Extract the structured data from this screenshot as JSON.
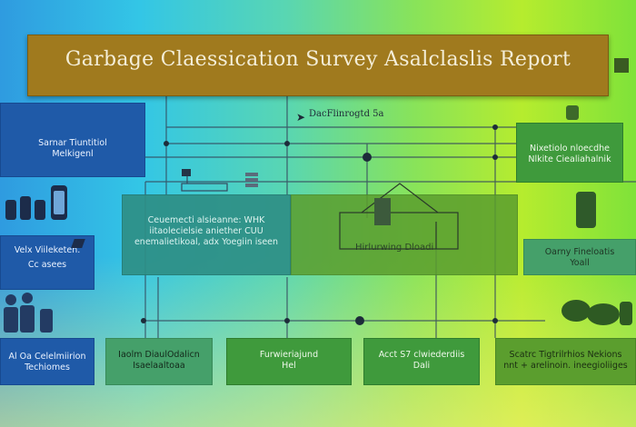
{
  "title": "Garbage Claessication Survey Asalclaslis Report",
  "top_label": "DacFlinrogtd 5a",
  "left_boxes": {
    "box1": [
      "Sarnar Tiuntitiol",
      "Melkigenl"
    ],
    "box2": [
      "Velx Viileketen.",
      "Cc asees"
    ],
    "box3": [
      "Al Oa Celelmiirion",
      "Techiomes"
    ]
  },
  "center_box": [
    "Ceuemecti alsieanne: WHK",
    "iitaolecielsie aniether CUU",
    "enemalietikoal, adx Yoegiin iseen"
  ],
  "diagram_box": "Hirlurwing Dloadi",
  "right_boxes": {
    "box1": [
      "Nixetiolo nloecdhe",
      "Nlkite Ciealiahalnik"
    ],
    "box2": [
      "Oarny Fineloatis",
      "Yoall"
    ]
  },
  "bottom_boxes": [
    [
      "Iaolm DiaulOdalicn",
      "Isaelaaltoaa"
    ],
    [
      "Furwieriajund",
      "Hel"
    ],
    [
      "Acct S7 clwiederdiis",
      "Dali"
    ],
    [
      "Scatrc Tigtrilrhios Nekions",
      "nnt + arelinoin. ineegioliiges"
    ]
  ],
  "icons": [
    "document-icon",
    "bins-icon",
    "people-icon",
    "house-icon",
    "leaf-icon"
  ],
  "colors": {
    "title_bg": "#a07a1e",
    "blue_box": "#1f5aa8",
    "green_box": "#3f9a3c",
    "line": "#2c3e50"
  }
}
